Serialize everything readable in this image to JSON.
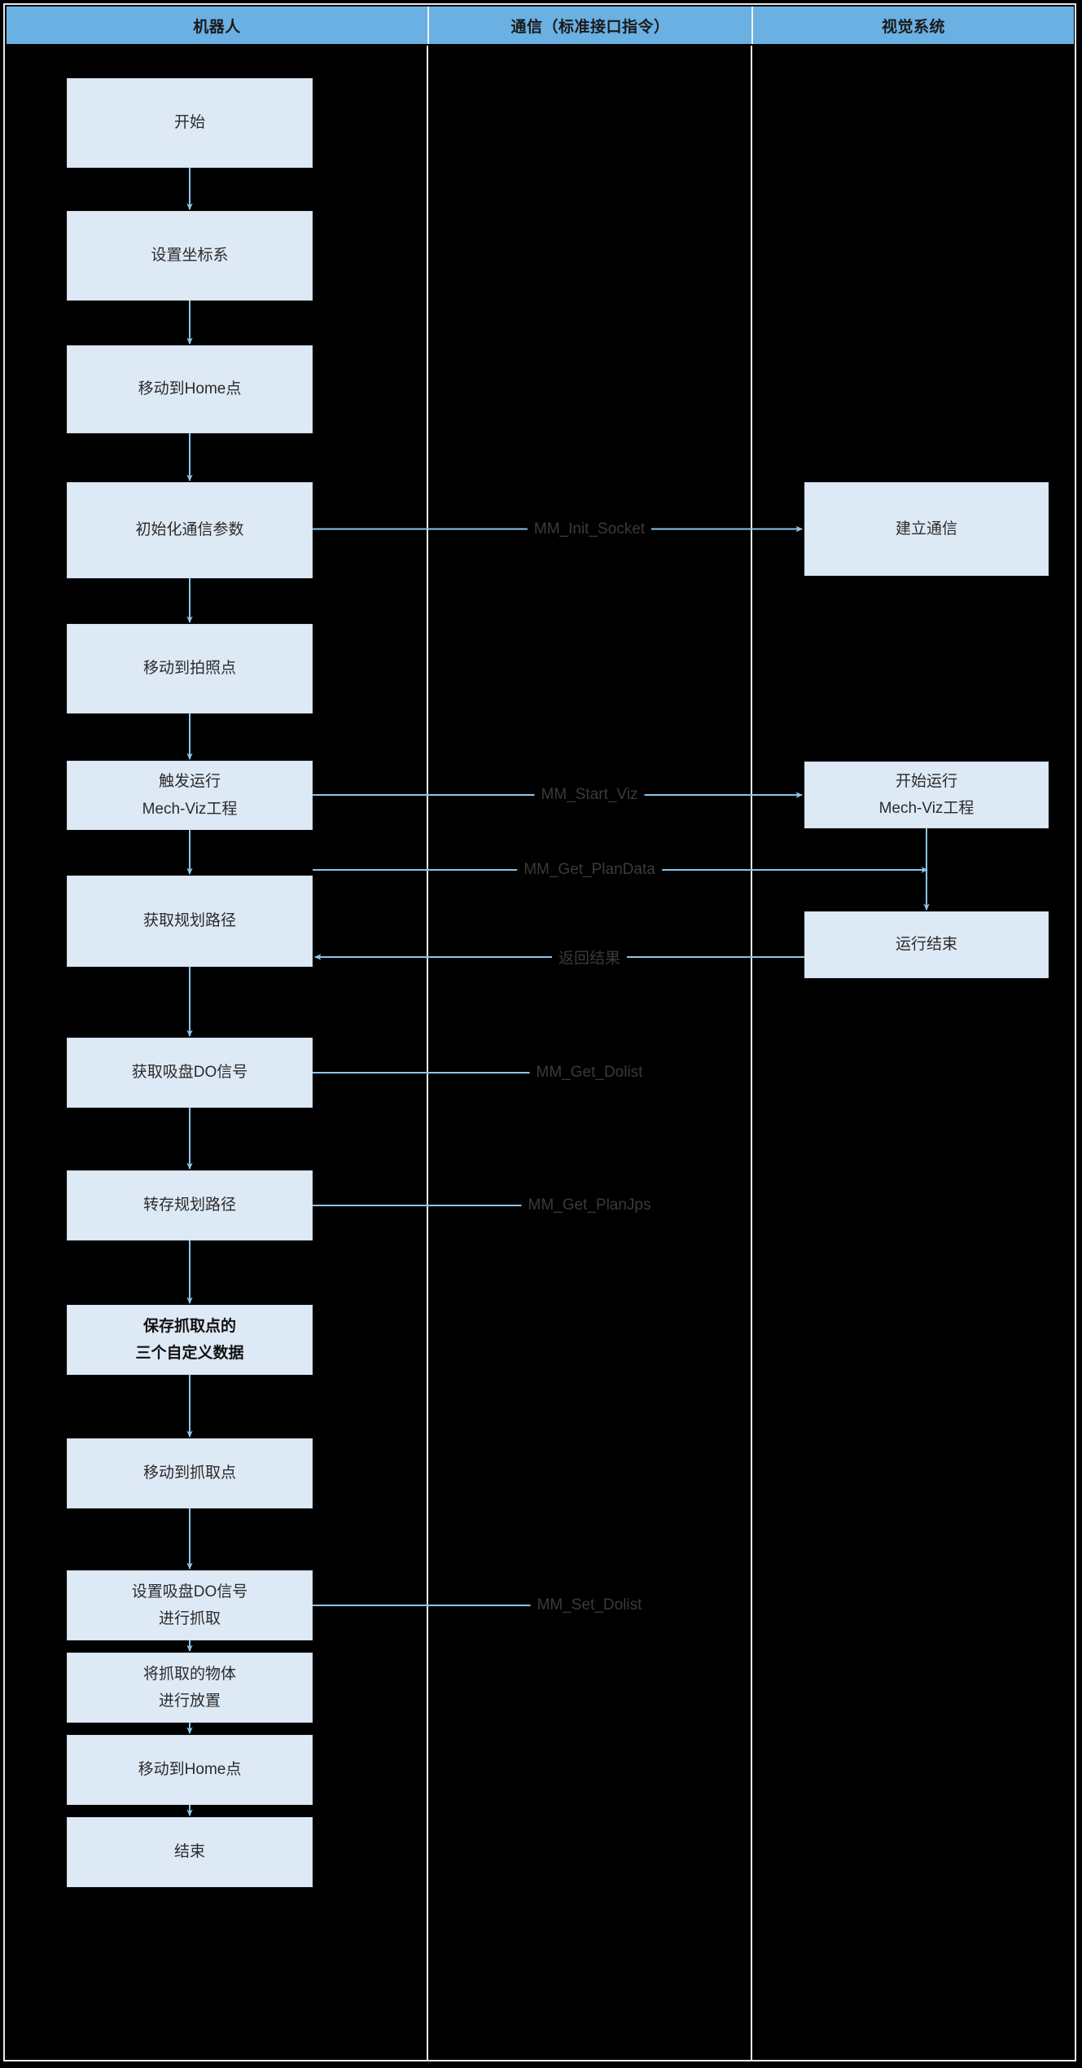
{
  "diagram": {
    "title": "机器人与视觉系统通信流程图",
    "type": "swimlane-flowchart",
    "colors": {
      "header_fill": "#6ab0e3",
      "node_fill": "#dee9f6",
      "node_border": "#cfdceb",
      "arrow": "#8dc4e8",
      "background": "#000000",
      "text": "#2b2b2b",
      "lane_divider": "#eaeaea"
    }
  },
  "lanes": [
    {
      "id": "robot",
      "label": "机器人"
    },
    {
      "id": "comm",
      "label": "通信（标准接口指令）"
    },
    {
      "id": "vision",
      "label": "视觉系统"
    }
  ],
  "robot_nodes": [
    {
      "id": "start",
      "label": "开始",
      "bold": false
    },
    {
      "id": "set-frame",
      "label": "设置坐标系",
      "bold": false
    },
    {
      "id": "move-home-1",
      "label": "移动到Home点",
      "bold": false
    },
    {
      "id": "init-comm",
      "label": "初始化通信参数",
      "bold": false
    },
    {
      "id": "move-photo",
      "label": "移动到拍照点",
      "bold": false
    },
    {
      "id": "trigger-viz",
      "label": "触发运行\nMech-Viz工程",
      "bold": false
    },
    {
      "id": "get-plan",
      "label": "获取规划路径",
      "bold": false
    },
    {
      "id": "get-do",
      "label": "获取吸盘DO信号",
      "bold": false
    },
    {
      "id": "save-plan",
      "label": "转存规划路径",
      "bold": false
    },
    {
      "id": "save-custom",
      "label": "保存抓取点的\n三个自定义数据",
      "bold": true
    },
    {
      "id": "move-pick",
      "label": "移动到抓取点",
      "bold": false
    },
    {
      "id": "set-do-pick",
      "label": "设置吸盘DO信号\n进行抓取",
      "bold": false
    },
    {
      "id": "place",
      "label": "将抓取的物体\n进行放置",
      "bold": false
    },
    {
      "id": "move-home-2",
      "label": "移动到Home点",
      "bold": false
    },
    {
      "id": "end",
      "label": "结束",
      "bold": false
    }
  ],
  "vision_nodes": [
    {
      "id": "establish-comm",
      "label": "建立通信"
    },
    {
      "id": "run-viz",
      "label": "开始运行\nMech-Viz工程"
    },
    {
      "id": "run-finished",
      "label": "运行结束"
    }
  ],
  "comm_labels": [
    {
      "id": "init-socket",
      "label": "MM_Init_Socket",
      "from": "init-comm",
      "to": "establish-comm",
      "direction": "to-vision"
    },
    {
      "id": "start-viz",
      "label": "MM_Start_Viz",
      "from": "trigger-viz",
      "to": "run-viz",
      "direction": "to-vision"
    },
    {
      "id": "get-plandata",
      "label": "MM_Get_PlanData",
      "from": "get-plan",
      "to": "run-viz",
      "direction": "to-vision"
    },
    {
      "id": "return-result",
      "label": "返回结果",
      "from": "run-finished",
      "to": "get-plan",
      "direction": "to-robot"
    },
    {
      "id": "get-dolist",
      "label": "MM_Get_Dolist",
      "from": "get-do",
      "to": "",
      "direction": "none"
    },
    {
      "id": "get-planjps",
      "label": "MM_Get_PlanJps",
      "from": "save-plan",
      "to": "",
      "direction": "none"
    },
    {
      "id": "set-dolist",
      "label": "MM_Set_Dolist",
      "from": "set-do-pick",
      "to": "",
      "direction": "none"
    }
  ]
}
